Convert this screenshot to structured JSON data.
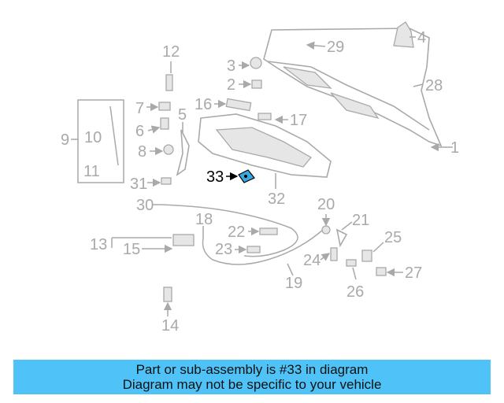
{
  "callouts": [
    "1",
    "2",
    "3",
    "4",
    "5",
    "6",
    "7",
    "8",
    "9",
    "10",
    "11",
    "12",
    "13",
    "14",
    "15",
    "16",
    "17",
    "18",
    "19",
    "20",
    "21",
    "22",
    "23",
    "24",
    "25",
    "26",
    "27",
    "28",
    "29",
    "30",
    "31",
    "32",
    "33"
  ],
  "highlight": "33",
  "colors": {
    "highlight_part": "#3aa8e0",
    "banner": "#4fc3f7",
    "lines": "#a9a9a9"
  },
  "banner": {
    "line1": "Part or sub-assembly is #33 in diagram",
    "line2": "Diagram may not be specific to your vehicle"
  }
}
